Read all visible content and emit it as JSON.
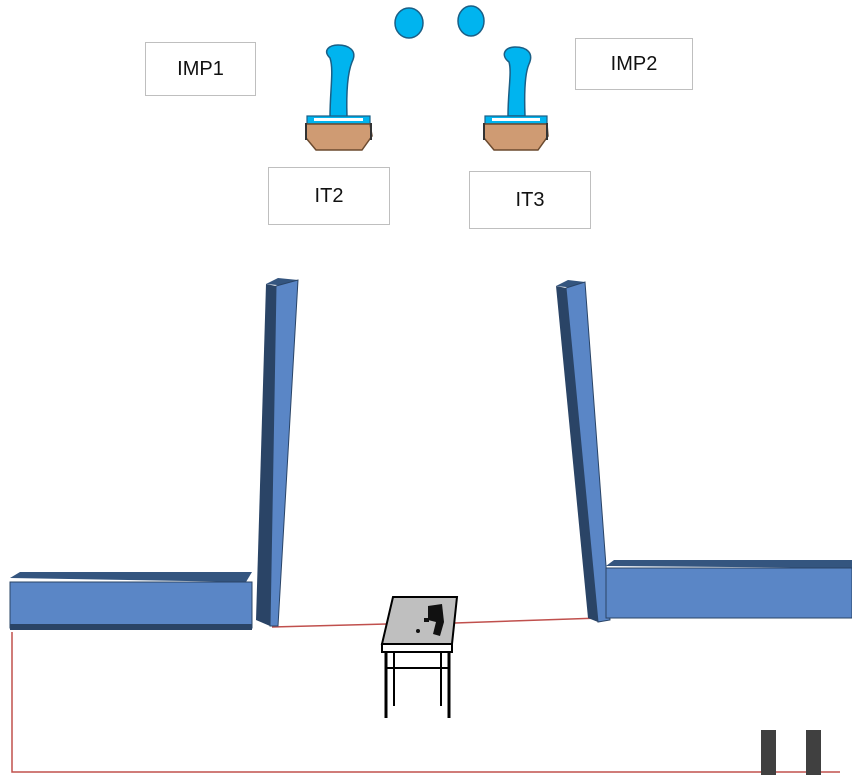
{
  "labels": {
    "imp1": "IMP1",
    "imp2": "IMP2",
    "it2": "IT2",
    "it3": "IT3"
  },
  "colors": {
    "wall_face": "#5a86c6",
    "wall_top": "#34557f",
    "wall_shadow": "#2a4466",
    "player_blue": "#00b4ef",
    "player_body": "#cf9b73",
    "rope": "#c0504d",
    "table_top": "#bfbfbf",
    "post": "#404040",
    "box_border": "#bfbfbf"
  },
  "icons": [
    "ball-icon",
    "player-icon",
    "table-icon",
    "gun-icon",
    "post-icon"
  ]
}
